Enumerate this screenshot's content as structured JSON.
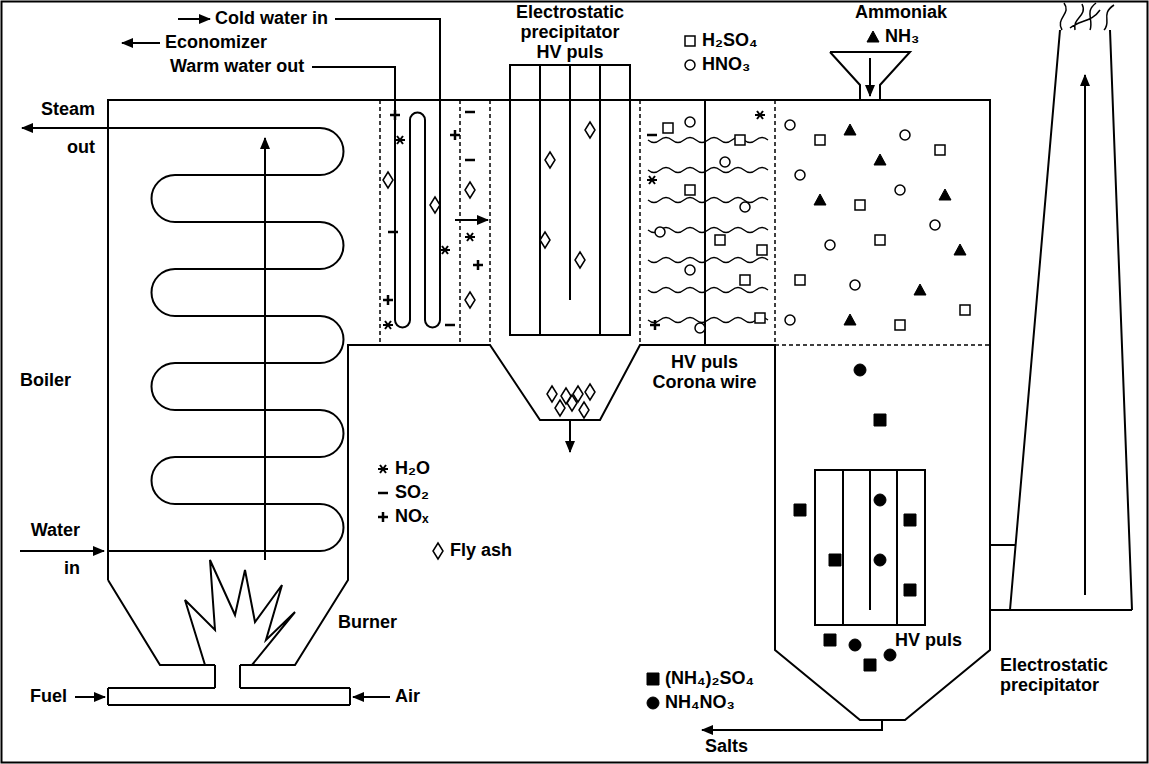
{
  "diagram": {
    "nodes": [
      {
        "text": [
          "Boiler"
        ]
      },
      {
        "text": [
          "Electrostatic precipitator HV puls"
        ]
      },
      {
        "text": [
          "HV puls",
          "Electrostatic precipitator"
        ]
      }
    ],
    "labels": [
      "Cold water in",
      "Economizer",
      "Warm water out",
      "Steam out",
      "Water in",
      "Burner",
      "Fuel",
      "Air",
      "HV puls Corona wire",
      "Ammoniak",
      "Salts"
    ],
    "legend": [
      {
        "text": "H₂O"
      },
      {
        "text": "SO₂"
      },
      {
        "text": "NOₓ"
      },
      {
        "text": "Fly ash"
      },
      {
        "text": "H₂SO₄"
      },
      {
        "text": "HNO₃"
      },
      {
        "text": "NH₃"
      },
      {
        "text": "(NH₄)₂SO₄"
      },
      {
        "text": "NH₄NO₃"
      }
    ]
  }
}
